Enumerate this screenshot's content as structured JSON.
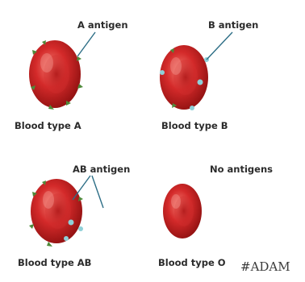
{
  "panels": [
    {
      "antigen_label": "A antigen",
      "caption": "Blood type A"
    },
    {
      "antigen_label": "B antigen",
      "caption": "Blood type B"
    },
    {
      "antigen_label": "AB antigen",
      "caption": "Blood type AB"
    },
    {
      "antigen_label": "No antigens",
      "caption": "Blood type O"
    }
  ],
  "logo": "#ADAM",
  "colors": {
    "cell_dark": "#9e1414",
    "cell_mid": "#d22828",
    "cell_light": "#ec6060",
    "antigen_a": "#4e8a3a",
    "antigen_b": "#8fd0d8",
    "leader_line": "#2d6e86"
  }
}
